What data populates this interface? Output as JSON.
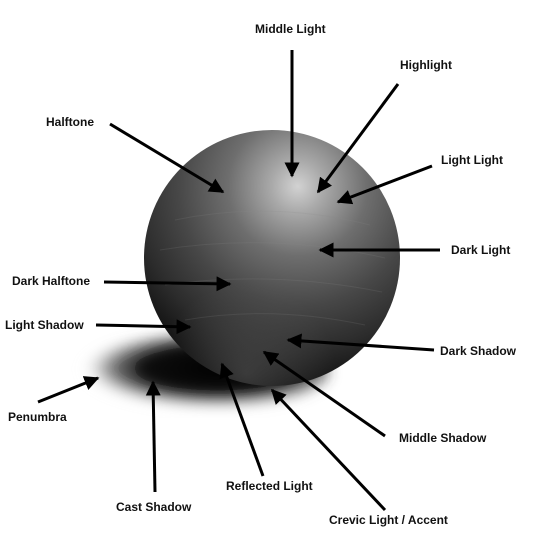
{
  "labels": {
    "middle_light": "Middle Light",
    "highlight": "Highlight",
    "halftone": "Halftone",
    "light_light": "Light Light",
    "dark_light": "Dark Light",
    "dark_halftone": "Dark Halftone",
    "light_shadow": "Light Shadow",
    "dark_shadow": "Dark Shadow",
    "penumbra": "Penumbra",
    "middle_shadow": "Middle Shadow",
    "reflected_light": "Reflected Light",
    "cast_shadow": "Cast Shadow",
    "crevic_light": "Crevic Light / Accent"
  },
  "colors": {
    "arrow": "#000000",
    "text": "#111111",
    "background": "#ffffff"
  }
}
